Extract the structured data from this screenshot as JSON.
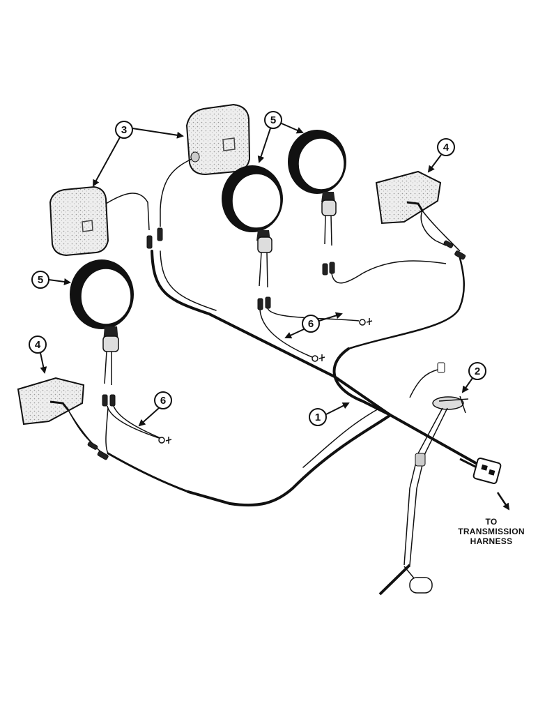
{
  "diagram": {
    "callouts": {
      "harness_1": "1",
      "sender_2": "2",
      "flood_lamps_3": "3",
      "tail_lamps_4": "4",
      "head_lamps_5": "5",
      "ground_wires_6": "6"
    },
    "caption_lines": [
      "TO",
      "TRANSMISSION",
      "HARNESS"
    ]
  }
}
